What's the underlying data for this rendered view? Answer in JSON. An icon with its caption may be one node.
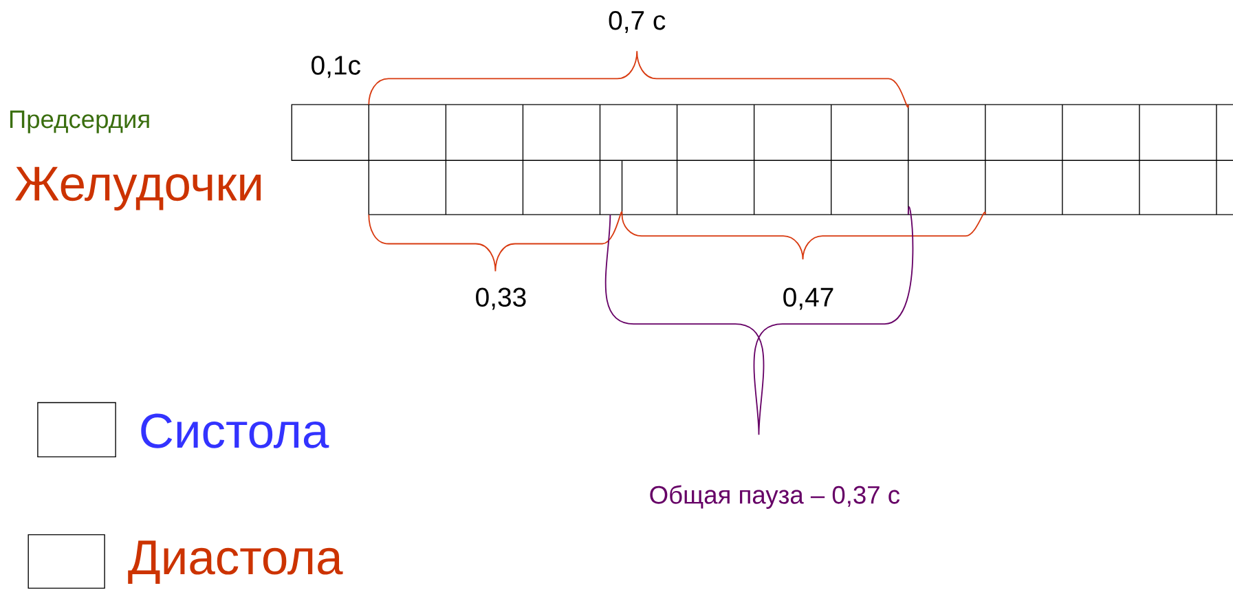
{
  "diagram": {
    "labels": [
      "0,7 с",
      "0,1с",
      "Предсердия",
      "Желудочки",
      "0,33",
      "0,47",
      "Общая пауза – 0,37 с"
    ],
    "legend": [
      {
        "text": "Систола"
      },
      {
        "text": "Диастола"
      }
    ]
  }
}
